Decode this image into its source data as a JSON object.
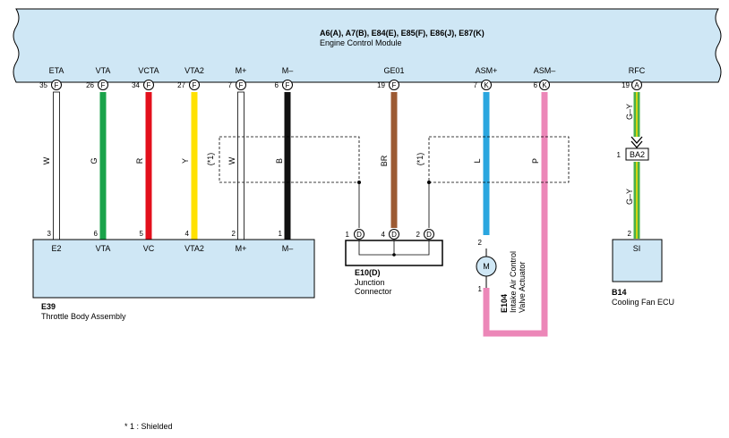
{
  "ecm": {
    "codes": "A6(A), A7(B), E84(E), E85(F), E86(J), E87(K)",
    "name": "Engine Control Module",
    "pins": [
      {
        "label": "ETA",
        "num": "35",
        "conn": "F"
      },
      {
        "label": "VTA",
        "num": "26",
        "conn": "F"
      },
      {
        "label": "VCTA",
        "num": "34",
        "conn": "F"
      },
      {
        "label": "VTA2",
        "num": "27",
        "conn": "F"
      },
      {
        "label": "M+",
        "num": "7",
        "conn": "F"
      },
      {
        "label": "M–",
        "num": "6",
        "conn": "F"
      },
      {
        "label": "GE01",
        "num": "19",
        "conn": "F"
      },
      {
        "label": "ASM+",
        "num": "7",
        "conn": "K"
      },
      {
        "label": "ASM–",
        "num": "6",
        "conn": "K"
      },
      {
        "label": "RFC",
        "num": "19",
        "conn": "A"
      }
    ]
  },
  "wires": [
    {
      "color_code": "W",
      "color": "#ffffff"
    },
    {
      "color_code": "G",
      "color": "#1aa34a"
    },
    {
      "color_code": "R",
      "color": "#e3101c"
    },
    {
      "color_code": "Y",
      "color": "#ffe100"
    },
    {
      "color_code": "W",
      "color": "#ffffff"
    },
    {
      "color_code": "B",
      "color": "#111111"
    },
    {
      "color_code": "BR",
      "color": "#9c5a33"
    },
    {
      "color_code": "L",
      "color": "#2aa6df"
    },
    {
      "color_code": "P",
      "color": "#ec87b8"
    },
    {
      "color_code": "G–Y",
      "color": "#49b048"
    },
    {
      "color_code": "G–Y",
      "color": "#49b048"
    }
  ],
  "shield_mark": "(*1)",
  "throttle": {
    "code": "E39",
    "name": "Throttle Body Assembly",
    "pins": [
      {
        "label": "E2",
        "num": "3"
      },
      {
        "label": "VTA",
        "num": "6"
      },
      {
        "label": "VC",
        "num": "5"
      },
      {
        "label": "VTA2",
        "num": "4"
      },
      {
        "label": "M+",
        "num": "2"
      },
      {
        "label": "M–",
        "num": "1"
      }
    ]
  },
  "junction": {
    "code": "E10(D)",
    "name_line1": "Junction",
    "name_line2": "Connector",
    "pins": [
      {
        "num": "1",
        "conn": "D"
      },
      {
        "num": "4",
        "conn": "D"
      },
      {
        "num": "2",
        "conn": "D"
      }
    ]
  },
  "actuator": {
    "code": "E104",
    "name_line1": "Intake Air Control",
    "name_line2": "Valve Actuator",
    "motor": "M",
    "pin_top": "2",
    "pin_bottom": "1"
  },
  "connector_ba2": {
    "label": "BA2",
    "pin": "1"
  },
  "fan_ecu": {
    "code": "B14",
    "name": "Cooling Fan ECU",
    "pin_label": "SI",
    "pin_num": "2"
  },
  "footnote": "* 1 : Shielded"
}
